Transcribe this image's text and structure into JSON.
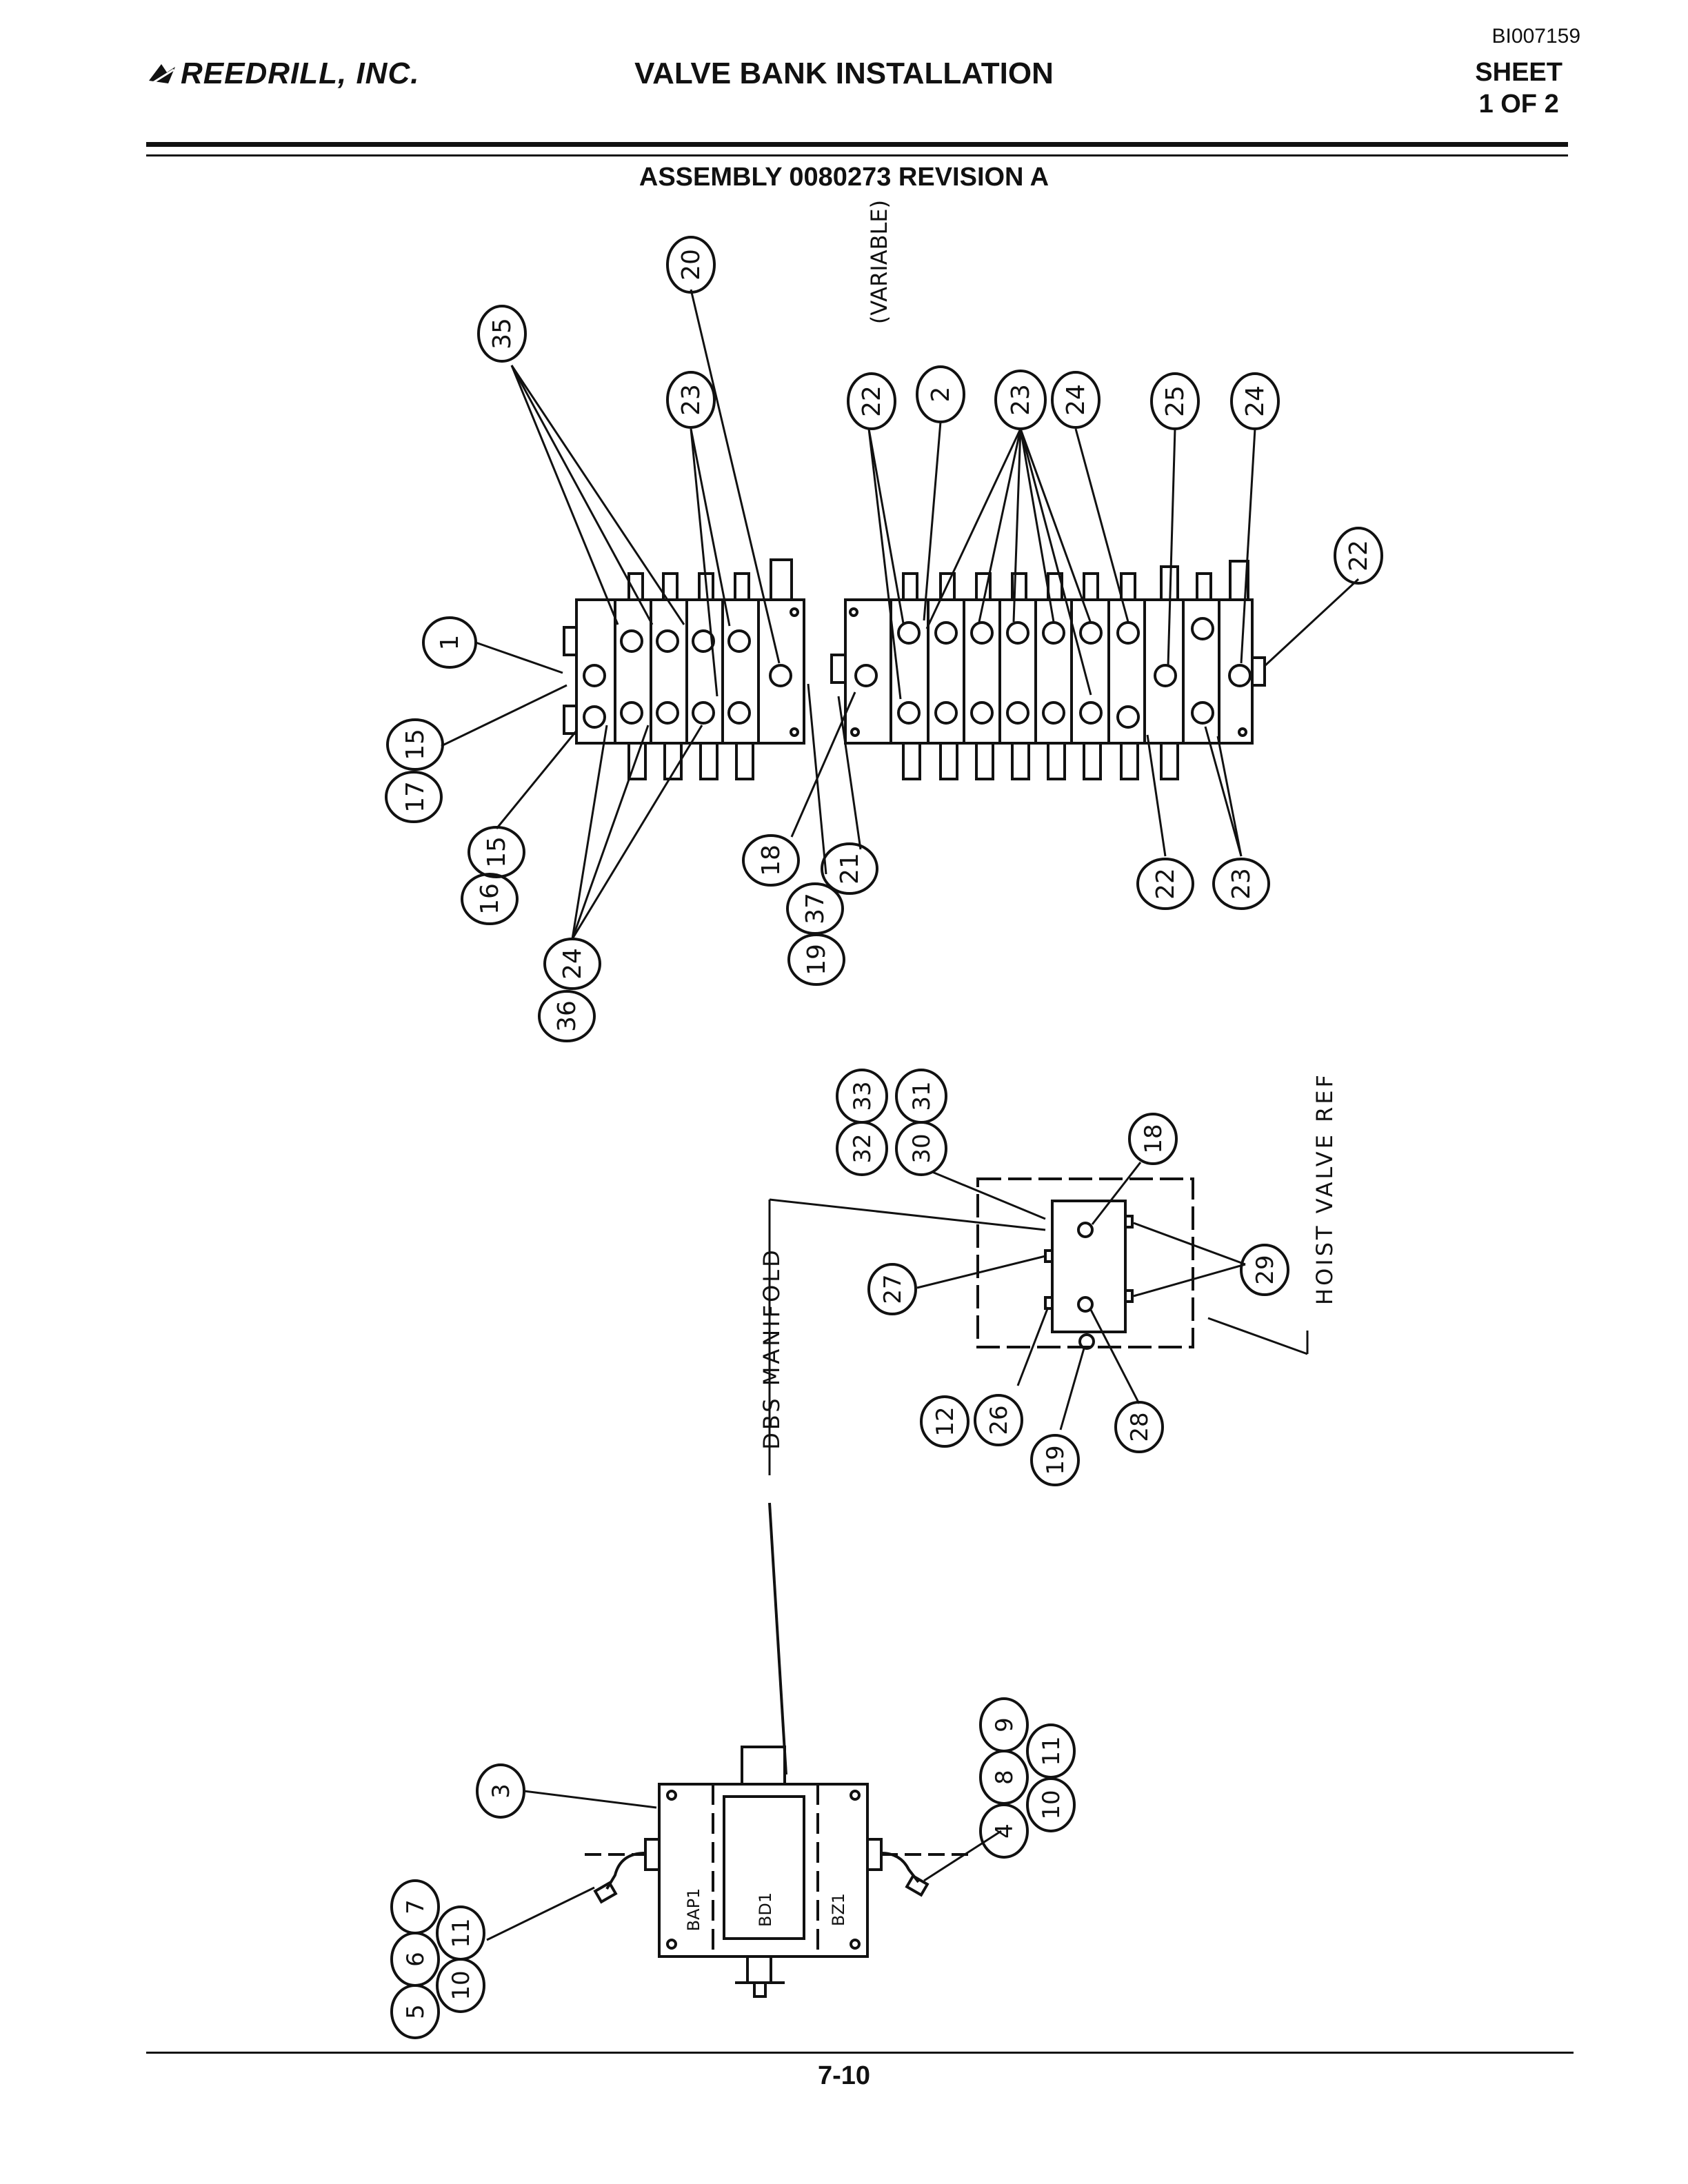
{
  "header": {
    "doc_id": "BI007159",
    "company": "REEDRILL, INC.",
    "title": "VALVE BANK INSTALLATION",
    "sheet_line1": "SHEET",
    "sheet_line2": "1 OF 2"
  },
  "drawing": {
    "assembly_label": "ASSEMBLY 0080273 REVISION A",
    "notes": {
      "variable": "(VARIABLE)",
      "dbs_manifold": "DBS MANIFOLD",
      "hoist_valve_ref": "HOIST VALVE REF"
    },
    "valve_bank_callouts": [
      "35",
      "20",
      "23",
      "22",
      "2",
      "23",
      "24",
      "25",
      "24",
      "22",
      "1",
      "17",
      "15",
      "15",
      "16",
      "24",
      "36",
      "18",
      "21",
      "37",
      "19",
      "22",
      "23"
    ],
    "hoist_callouts": [
      "33",
      "31",
      "32",
      "30",
      "18",
      "29",
      "27",
      "12",
      "26",
      "19",
      "28"
    ],
    "manifold_callouts": [
      "3",
      "9",
      "8",
      "11",
      "4",
      "10",
      "7",
      "6",
      "11",
      "10",
      "5"
    ],
    "port_labels": [
      "BAP1",
      "BD1",
      "BZ1"
    ]
  },
  "footer": {
    "page_number": "7-10"
  },
  "colors": {
    "ink": "#111111",
    "paper": "#ffffff"
  }
}
